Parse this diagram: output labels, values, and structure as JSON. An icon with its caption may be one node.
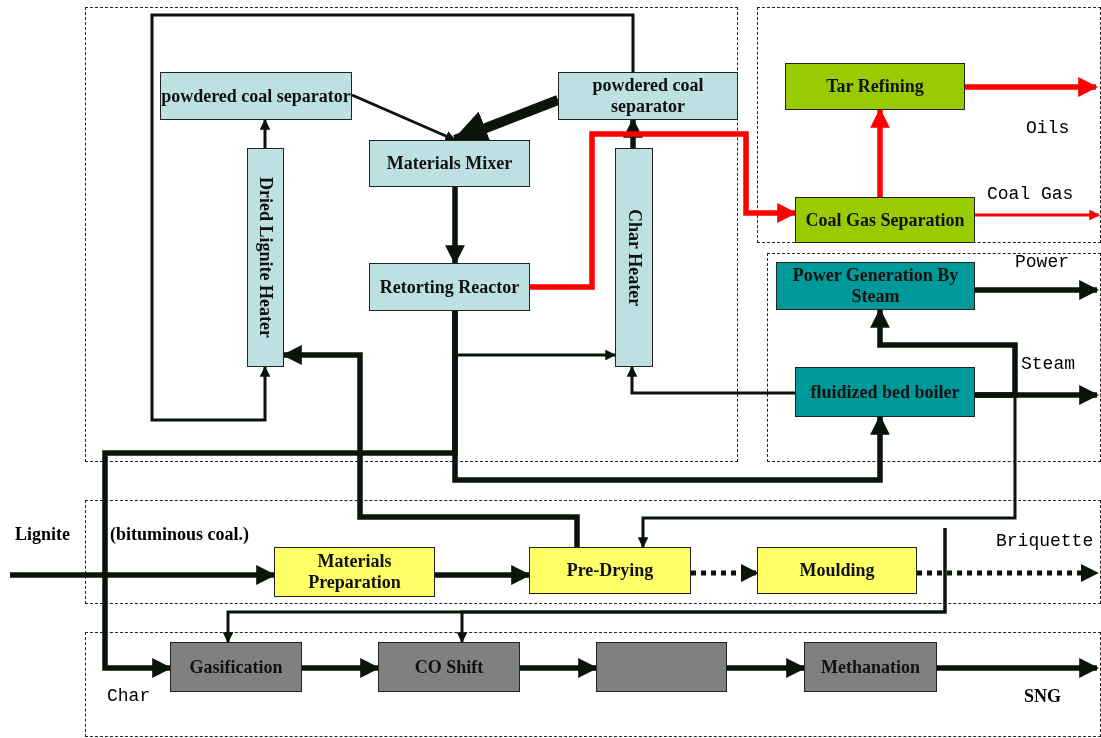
{
  "diagram": {
    "nodes": [
      {
        "text": [
          "powdered coal separator"
        ]
      },
      {
        "text": [
          "powdered coal separator"
        ]
      },
      {
        "text": [
          "Materials Mixer"
        ]
      },
      {
        "text": [
          "Dried Lignite Heater"
        ]
      },
      {
        "text": [
          "Char Heater"
        ]
      },
      {
        "text": [
          "Retorting Reactor"
        ]
      },
      {
        "text": [
          "Tar Refining"
        ]
      },
      {
        "text": [
          "Coal Gas Separation"
        ]
      },
      {
        "text": [
          "Power Generation By Steam"
        ]
      },
      {
        "text": [
          "fluidized bed boiler"
        ]
      },
      {
        "text": [
          "Materials Preparation"
        ]
      },
      {
        "text": [
          "Pre-Drying"
        ]
      },
      {
        "text": [
          "Moulding"
        ]
      },
      {
        "text": [
          "Gasification"
        ]
      },
      {
        "text": [
          "CO Shift"
        ]
      },
      {
        "text": [],
        "shape": "box"
      },
      {
        "text": [
          "Methanation"
        ]
      }
    ],
    "edges": [
      {
        "from": 3,
        "to": 0,
        "arrow": "to"
      },
      {
        "from": 0,
        "to": 2,
        "arrow": "to"
      },
      {
        "from": 1,
        "to": 2,
        "arrow": "to",
        "style": "thick"
      },
      {
        "from": 4,
        "to": 1,
        "arrow": "to"
      },
      {
        "from": 2,
        "to": 5,
        "arrow": "to"
      },
      {
        "from": 1,
        "to": 3,
        "arrow": "to"
      },
      {
        "from": 5,
        "to": 4,
        "arrow": "to"
      },
      {
        "from": 5,
        "to": 9,
        "arrow": "to"
      },
      {
        "from": 5,
        "to": 7,
        "arrow": "to",
        "color": "#ff0000"
      },
      {
        "from": 7,
        "to": 6,
        "arrow": "to",
        "color": "#ff0000"
      },
      {
        "from": 6,
        "to": null,
        "arrow": "to",
        "color": "#ff0000"
      },
      {
        "from": 7,
        "to": null,
        "arrow": "to",
        "color": "#ff0000"
      },
      {
        "from": 8,
        "to": null,
        "arrow": "to"
      },
      {
        "from": 9,
        "to": null,
        "arrow": "to"
      },
      {
        "from": 9,
        "to": 4,
        "arrow": "to"
      },
      {
        "from": 11,
        "to": 3,
        "arrow": "to"
      },
      {
        "from": 9,
        "to": 8,
        "arrow": "to"
      },
      {
        "from": 9,
        "to": 11,
        "arrow": "to"
      },
      {
        "from": null,
        "to": 10,
        "arrow": "to"
      },
      {
        "from": 10,
        "to": 11,
        "arrow": "to"
      },
      {
        "from": 11,
        "to": 12,
        "arrow": "to",
        "style": "dashed"
      },
      {
        "from": 12,
        "to": null,
        "arrow": "to",
        "style": "dashed"
      },
      {
        "from": 5,
        "to": 13,
        "arrow": "to"
      },
      {
        "from": null,
        "to": 13,
        "arrow": "to"
      },
      {
        "from": null,
        "to": 14,
        "arrow": "to"
      },
      {
        "from": 13,
        "to": 14,
        "arrow": "to"
      },
      {
        "from": 14,
        "to": 15,
        "arrow": "to"
      },
      {
        "from": 15,
        "to": 16,
        "arrow": "to"
      },
      {
        "from": 16,
        "to": null,
        "arrow": "to"
      }
    ],
    "labels": [
      "Oils",
      "Coal Gas",
      "Power",
      "Steam",
      "Lignite",
      "(bituminous coal.)",
      "Briquette",
      "Char",
      "SNG"
    ]
  }
}
